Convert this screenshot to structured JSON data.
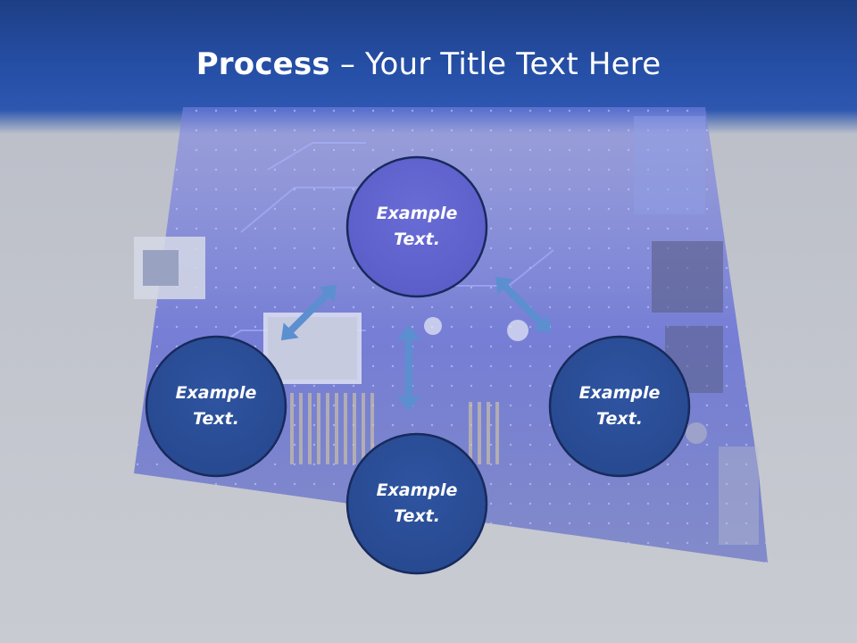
{
  "slide": {
    "title_bold": "Process",
    "title_rest": " – Your Title Text Here"
  },
  "diagram": {
    "nodes": [
      {
        "line1": "Example",
        "line2": "Text."
      },
      {
        "line1": "Example",
        "line2": "Text."
      },
      {
        "line1": "Example",
        "line2": "Text."
      },
      {
        "line1": "Example",
        "line2": "Text."
      }
    ],
    "colors": {
      "top_node": "#6163cc",
      "other_nodes": "#2a4d96",
      "node_border": "#172a5c",
      "arrows": "#5b8fd0"
    }
  }
}
